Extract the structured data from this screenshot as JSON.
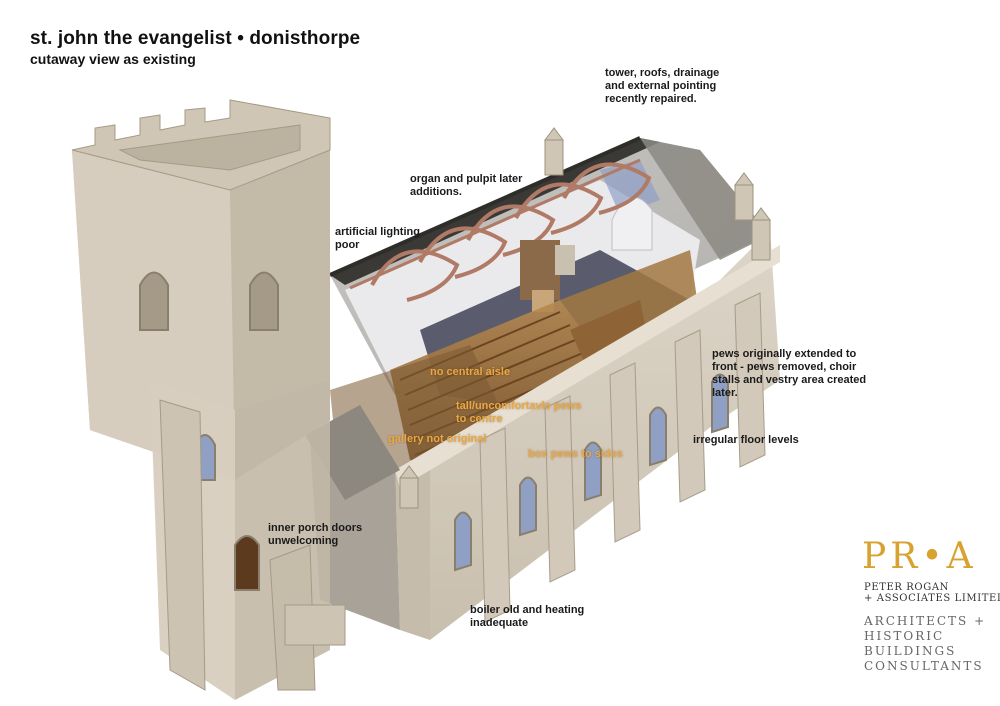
{
  "header": {
    "title": "st. john the evangelist • donisthorpe",
    "subtitle": "cutaway view as existing"
  },
  "annotations": [
    {
      "lines": [
        "tower, roofs, drainage",
        "and external pointing",
        "recently repaired."
      ]
    },
    {
      "lines": [
        "organ and pulpit later",
        "additions."
      ]
    },
    {
      "lines": [
        "artificial lighting",
        "poor"
      ]
    },
    {
      "lines": [
        "pews originally extended to",
        "front - pews removed, choir",
        "stalls and vestry area created",
        "later."
      ]
    },
    {
      "lines": [
        "irregular floor levels"
      ]
    },
    {
      "lines": [
        "inner porch doors",
        "unwelcoming"
      ]
    },
    {
      "lines": [
        "boiler old and heating",
        "inadequate"
      ]
    }
  ],
  "interior_annotations": [
    {
      "lines": [
        "no central aisle"
      ]
    },
    {
      "lines": [
        "tall/uncomfortavle pews",
        "to centre"
      ]
    },
    {
      "lines": [
        "gallery not original"
      ]
    },
    {
      "lines": [
        "box pews to sides"
      ]
    }
  ],
  "logo": {
    "mark": "PR•A",
    "name_lines": [
      "PETER ROGAN",
      "+ ASSOCIATES LIMITED"
    ],
    "tagline_lines": [
      "ARCHITECTS +",
      "HISTORIC",
      "BUILDINGS",
      "CONSULTANTS"
    ]
  },
  "colors": {
    "stone": "#d9d0c2",
    "stone_dark": "#b9ae9e",
    "roof": "#8a8880",
    "trusses": "#b5806c",
    "pews": "#a87a45",
    "floor": "#585a6c",
    "logo_gold": "#d8a230",
    "interior_label": "#e8a844"
  }
}
